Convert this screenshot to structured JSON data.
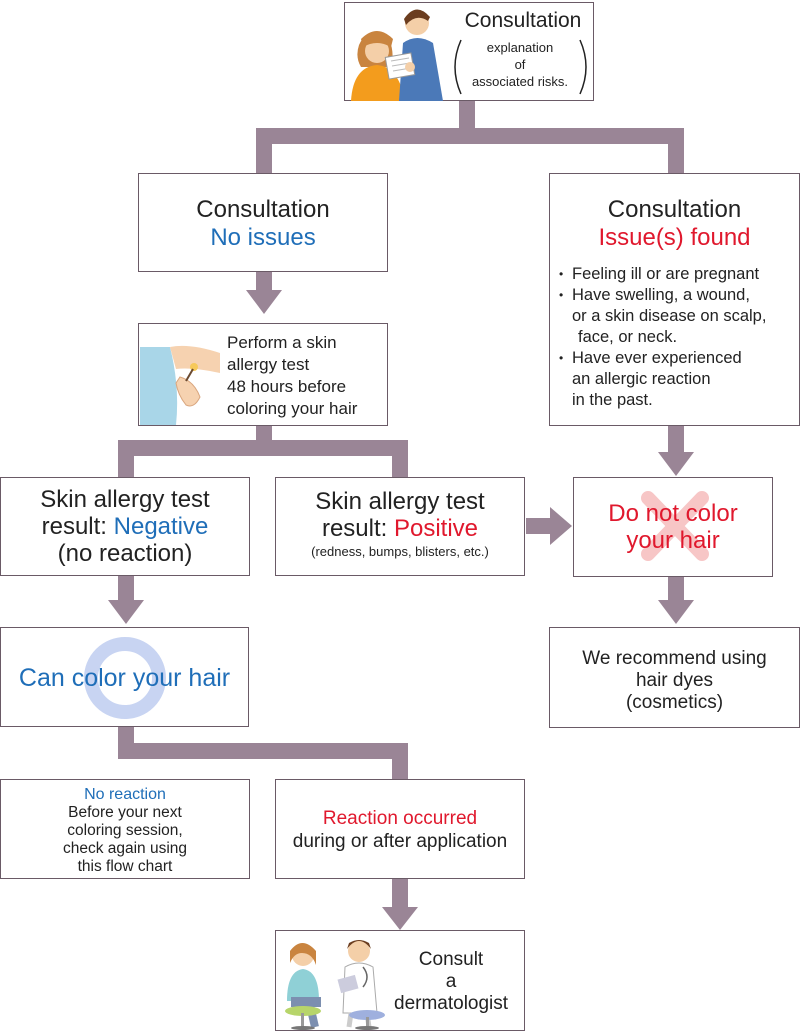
{
  "colors": {
    "connector": "#9a8596",
    "border": "#6a5a66",
    "blue": "#1f6eb8",
    "red": "#e0182d",
    "circle": "#c8d4f2",
    "cross": "#f7c6c6"
  },
  "top": {
    "title": "Consultation",
    "sub": [
      "explanation",
      "of",
      "associated risks."
    ]
  },
  "no_issues": {
    "title": "Consultation",
    "status": "No issues"
  },
  "issues_found": {
    "title": "Consultation",
    "status": "Issue(s) found",
    "bullets": [
      [
        "Feeling ill or are pregnant"
      ],
      [
        "Have swelling, a wound,",
        "or a skin disease on scalp,",
        "face, or neck."
      ],
      [
        "Have ever experienced",
        "an allergic reaction",
        "in the past."
      ]
    ]
  },
  "skin_test": {
    "lines": [
      "Perform a skin",
      "allergy test",
      "48 hours before",
      "coloring your hair"
    ]
  },
  "negative": {
    "line1": "Skin allergy test",
    "prefix": "result: ",
    "result": "Negative",
    "line3": "(no reaction)"
  },
  "positive": {
    "line1": "Skin allergy test",
    "prefix": "result: ",
    "result": "Positive",
    "note": "(redness, bumps, blisters, etc.)"
  },
  "do_not": {
    "lines": [
      "Do not color",
      "your hair"
    ]
  },
  "recommend": {
    "lines": [
      "We recommend using",
      "hair dyes",
      "(cosmetics)"
    ]
  },
  "can_color": {
    "label": "Can color your hair"
  },
  "no_reaction": {
    "title": "No reaction",
    "lines": [
      "Before your next",
      "coloring session,",
      "check again using",
      "this flow chart"
    ]
  },
  "reaction": {
    "title": "Reaction occurred",
    "line": "during or after application"
  },
  "consult": {
    "lines": [
      "Consult",
      "a",
      "dermatologist"
    ]
  }
}
